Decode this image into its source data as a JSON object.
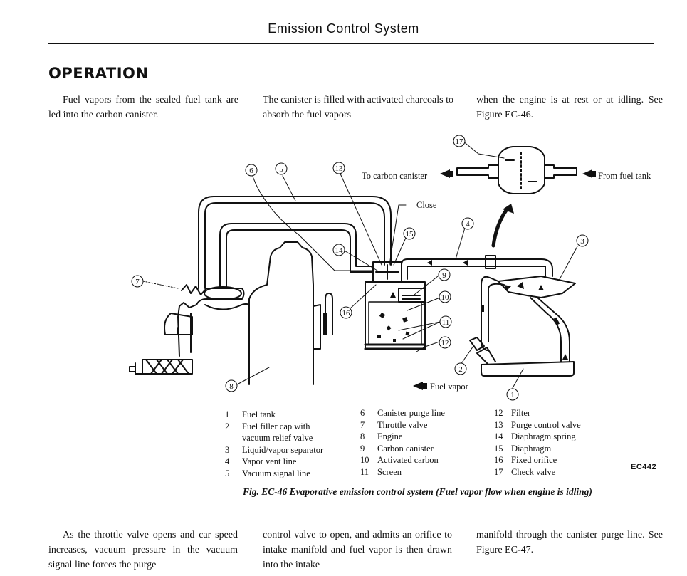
{
  "header": {
    "title": "Emission Control System"
  },
  "section": {
    "title": "OPERATION"
  },
  "intro": {
    "col1": "Fuel vapors from the sealed fuel tank are led into the carbon canister.",
    "col2": "The canister is filled with activated charcoals to absorb the fuel vapors",
    "col3": "when the engine is at rest or at idling. See Figure EC-46."
  },
  "figure": {
    "labels": {
      "to_canister": "To carbon canister",
      "from_tank": "From fuel tank",
      "close": "Close",
      "fuel_vapor": "Fuel vapor"
    },
    "callouts": [
      "1",
      "2",
      "3",
      "4",
      "5",
      "6",
      "7",
      "8",
      "9",
      "10",
      "11",
      "12",
      "13",
      "14",
      "15",
      "16",
      "17"
    ],
    "legend": [
      {
        "n": "1",
        "text": "Fuel tank"
      },
      {
        "n": "2",
        "text": "Fuel filler cap with",
        "text2": "vacuum relief valve"
      },
      {
        "n": "3",
        "text": "Liquid/vapor separator"
      },
      {
        "n": "4",
        "text": "Vapor vent line"
      },
      {
        "n": "5",
        "text": "Vacuum signal line"
      },
      {
        "n": "6",
        "text": "Canister purge line"
      },
      {
        "n": "7",
        "text": "Throttle valve"
      },
      {
        "n": "8",
        "text": "Engine"
      },
      {
        "n": "9",
        "text": "Carbon canister"
      },
      {
        "n": "10",
        "text": "Activated carbon"
      },
      {
        "n": "11",
        "text": "Screen"
      },
      {
        "n": "12",
        "text": "Filter"
      },
      {
        "n": "13",
        "text": "Purge control valve"
      },
      {
        "n": "14",
        "text": "Diaphragm spring"
      },
      {
        "n": "15",
        "text": "Diaphragm"
      },
      {
        "n": "16",
        "text": "Fixed orifice"
      },
      {
        "n": "17",
        "text": "Check valve"
      }
    ],
    "code": "EC442",
    "caption": "Fig. EC-46  Evaporative emission control system (Fuel vapor flow when engine is idling)"
  },
  "body": {
    "col1": "As the throttle valve opens and car speed increases, vacuum pressure in the vacuum signal line forces the purge",
    "col2": "control valve to open, and admits an orifice to intake manifold and fuel vapor is then drawn into the intake",
    "col3": "manifold through the canister purge line. See Figure EC-47."
  }
}
